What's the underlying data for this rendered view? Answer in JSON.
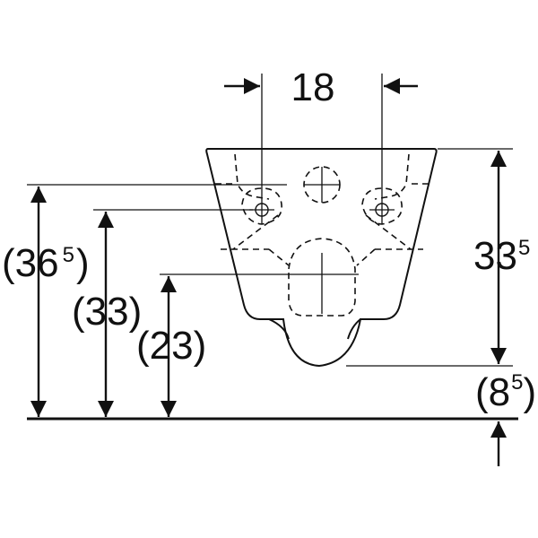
{
  "dimensions": {
    "hole_spacing": "18",
    "height_total": "(36",
    "height_total_sup": "5",
    "height_total_close": ")",
    "height_fixing": "(33)",
    "height_outlet": "(23)",
    "depth": "33",
    "depth_sup": "5",
    "offset": "(8",
    "offset_sup": "5",
    "offset_close": ")"
  },
  "colors": {
    "line": "#111111",
    "background": "#ffffff"
  }
}
